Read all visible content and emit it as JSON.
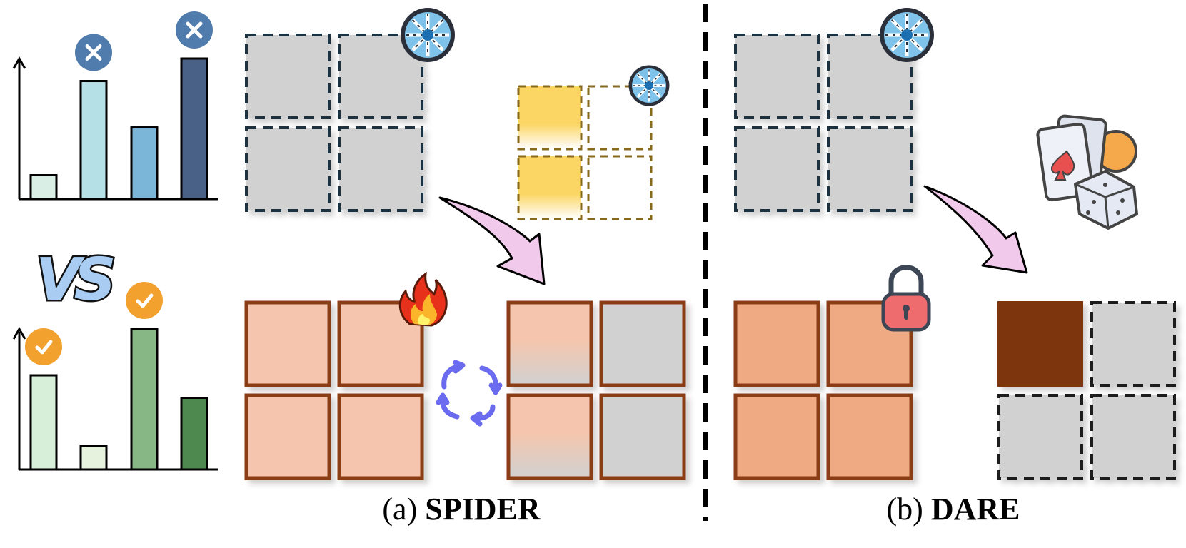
{
  "captions": {
    "a": {
      "prefix": "(a) ",
      "name": "SPIDER"
    },
    "b": {
      "prefix": "(b) ",
      "name": "DARE"
    }
  },
  "vs_text": "VS",
  "bar_panels": {
    "top": {
      "values": [
        0.17,
        0.84,
        0.51,
        1.0
      ],
      "colors": [
        "#d9efe6",
        "#b5e0e6",
        "#7bb6d9",
        "#4a6187"
      ],
      "badges": [
        "",
        "cross",
        "",
        "cross"
      ],
      "badge_color": "#4f7cad"
    },
    "bottom": {
      "values": [
        0.67,
        0.17,
        1.0,
        0.51
      ],
      "colors": [
        "#d7eed8",
        "#e6f2de",
        "#86b784",
        "#4e8a50"
      ],
      "badges": [
        "check",
        "",
        "check",
        ""
      ],
      "badge_color": "#f2a12f"
    }
  },
  "icons": [
    "snowflake-icon",
    "fire-icon",
    "rotate-arrows-icon",
    "lock-icon",
    "cards-dice-icon"
  ],
  "colors": {
    "frozen_fill": "#d1d1d1",
    "frozen_border": "#1d3040",
    "trainable_fill": "#f5c6ad",
    "trainable_border": "#8b3c14",
    "dare_fill": "#f0aa83",
    "dare_selected": "#7d3510",
    "arrow_fill": "#f1c9ea",
    "yellow_fill": "#fbd664",
    "yellow_border": "#876a1c"
  }
}
